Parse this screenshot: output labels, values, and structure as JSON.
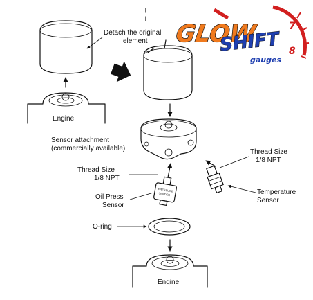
{
  "labels": {
    "detach_line1": "Detach the original",
    "detach_line2": "element",
    "engine_top": "Engine",
    "engine_bottom": "Engine",
    "sensor_attach_line1": "Sensor attachment",
    "sensor_attach_line2": "(commercially available)",
    "thread_left_line1": "Thread Size",
    "thread_left_line2": "1/8 NPT",
    "thread_right_line1": "Thread Size",
    "thread_right_line2": "1/8 NPT",
    "oil_press_line1": "Oil Press",
    "oil_press_line2": "Sensor",
    "temp_line1": "Temperature",
    "temp_line2": "Sensor",
    "oring": "O-ring",
    "sensor_body_line1": "PRESSURE",
    "sensor_body_line2": "SENDER"
  },
  "logo": {
    "word1": "GLOW",
    "word2": "SHIFT",
    "word3": "gauges",
    "gauge_numeral_top": "7",
    "gauge_numeral_bottom": "8"
  },
  "colors": {
    "logo_orange": "#f07a1e",
    "logo_blue": "#1f3fb0",
    "gauge_red": "#d21f1f",
    "line": "#111111"
  }
}
